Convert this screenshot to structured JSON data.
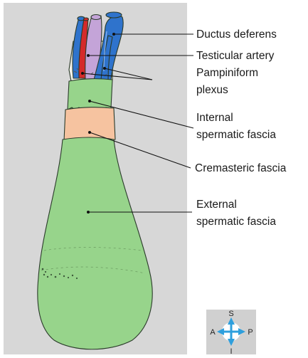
{
  "colors": {
    "panel_bg": "#d7d7d7",
    "sheath_green": "#97d48b",
    "cremasteric_peach": "#f6c3a0",
    "ductus_purple": "#c4a4d8",
    "vein_blue": "#2f73cc",
    "artery_red": "#d42a2a",
    "plexus_white": "#f4f2ea"
  },
  "labels": {
    "ductus_deferens": "Ductus deferens",
    "testicular_artery": "Testicular artery",
    "pampiniform_plexus": [
      "Pampiniform",
      "plexus"
    ],
    "internal_spermatic_fascia": [
      "Internal",
      "spermatic fascia"
    ],
    "cremasteric_fascia": "Cremasteric fascia",
    "external_spermatic_fascia": [
      "External",
      "spermatic fascia"
    ]
  },
  "orientation": {
    "superior": "S",
    "anterior": "A",
    "posterior": "P",
    "inferior": "I",
    "icons": [
      "orientation-compass-icon"
    ]
  }
}
